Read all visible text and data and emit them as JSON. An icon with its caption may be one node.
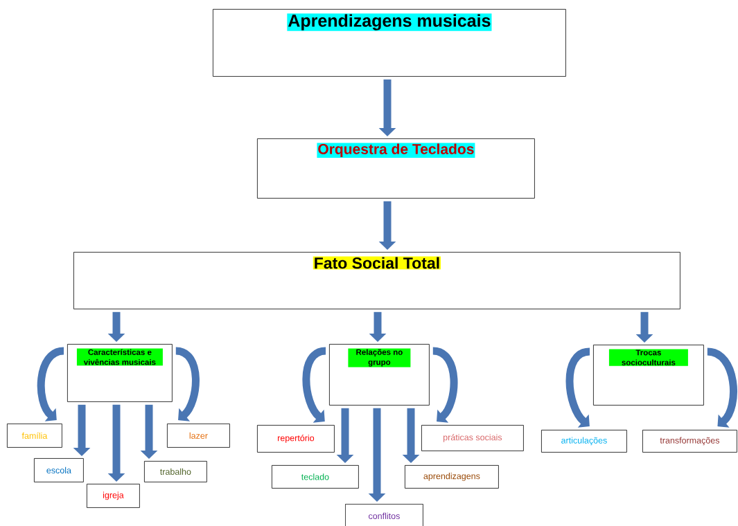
{
  "diagram": {
    "nodes": [
      {
        "text": [
          "Aprendizagens musicais"
        ]
      },
      {
        "text": [
          "Orquestra de Teclados"
        ]
      },
      {
        "text": [
          "Fato Social Total"
        ]
      },
      {
        "text": [
          "Características e vivências musicais"
        ]
      },
      {
        "text": [
          "família"
        ]
      },
      {
        "text": [
          "escola"
        ]
      },
      {
        "text": [
          "igreja"
        ]
      },
      {
        "text": [
          "trabalho"
        ]
      },
      {
        "text": [
          "lazer"
        ]
      },
      {
        "text": [
          "Relações no grupo"
        ]
      },
      {
        "text": [
          "repertório"
        ]
      },
      {
        "text": [
          "teclado"
        ]
      },
      {
        "text": [
          "conflitos"
        ]
      },
      {
        "text": [
          "aprendizagens"
        ]
      },
      {
        "text": [
          "práticas sociais"
        ]
      },
      {
        "text": [
          "Trocas socioculturais"
        ]
      },
      {
        "text": [
          "articulações"
        ]
      },
      {
        "text": [
          "transformações"
        ]
      }
    ],
    "edges": [
      {
        "from": 0,
        "to": 1,
        "arrow": "to"
      },
      {
        "from": 1,
        "to": 2,
        "arrow": "to"
      },
      {
        "from": 2,
        "to": 3,
        "arrow": "to"
      },
      {
        "from": 2,
        "to": 9,
        "arrow": "to"
      },
      {
        "from": 2,
        "to": 15,
        "arrow": "to"
      },
      {
        "from": 3,
        "to": 4,
        "arrow": "to"
      },
      {
        "from": 3,
        "to": 5,
        "arrow": "to"
      },
      {
        "from": 3,
        "to": 6,
        "arrow": "to"
      },
      {
        "from": 3,
        "to": 7,
        "arrow": "to"
      },
      {
        "from": 3,
        "to": 8,
        "arrow": "to"
      },
      {
        "from": 9,
        "to": 10,
        "arrow": "to"
      },
      {
        "from": 9,
        "to": 11,
        "arrow": "to"
      },
      {
        "from": 9,
        "to": 12,
        "arrow": "to"
      },
      {
        "from": 9,
        "to": 13,
        "arrow": "to"
      },
      {
        "from": 9,
        "to": 14,
        "arrow": "to"
      },
      {
        "from": 15,
        "to": 16,
        "arrow": "to"
      },
      {
        "from": 15,
        "to": 17,
        "arrow": "to"
      }
    ]
  }
}
